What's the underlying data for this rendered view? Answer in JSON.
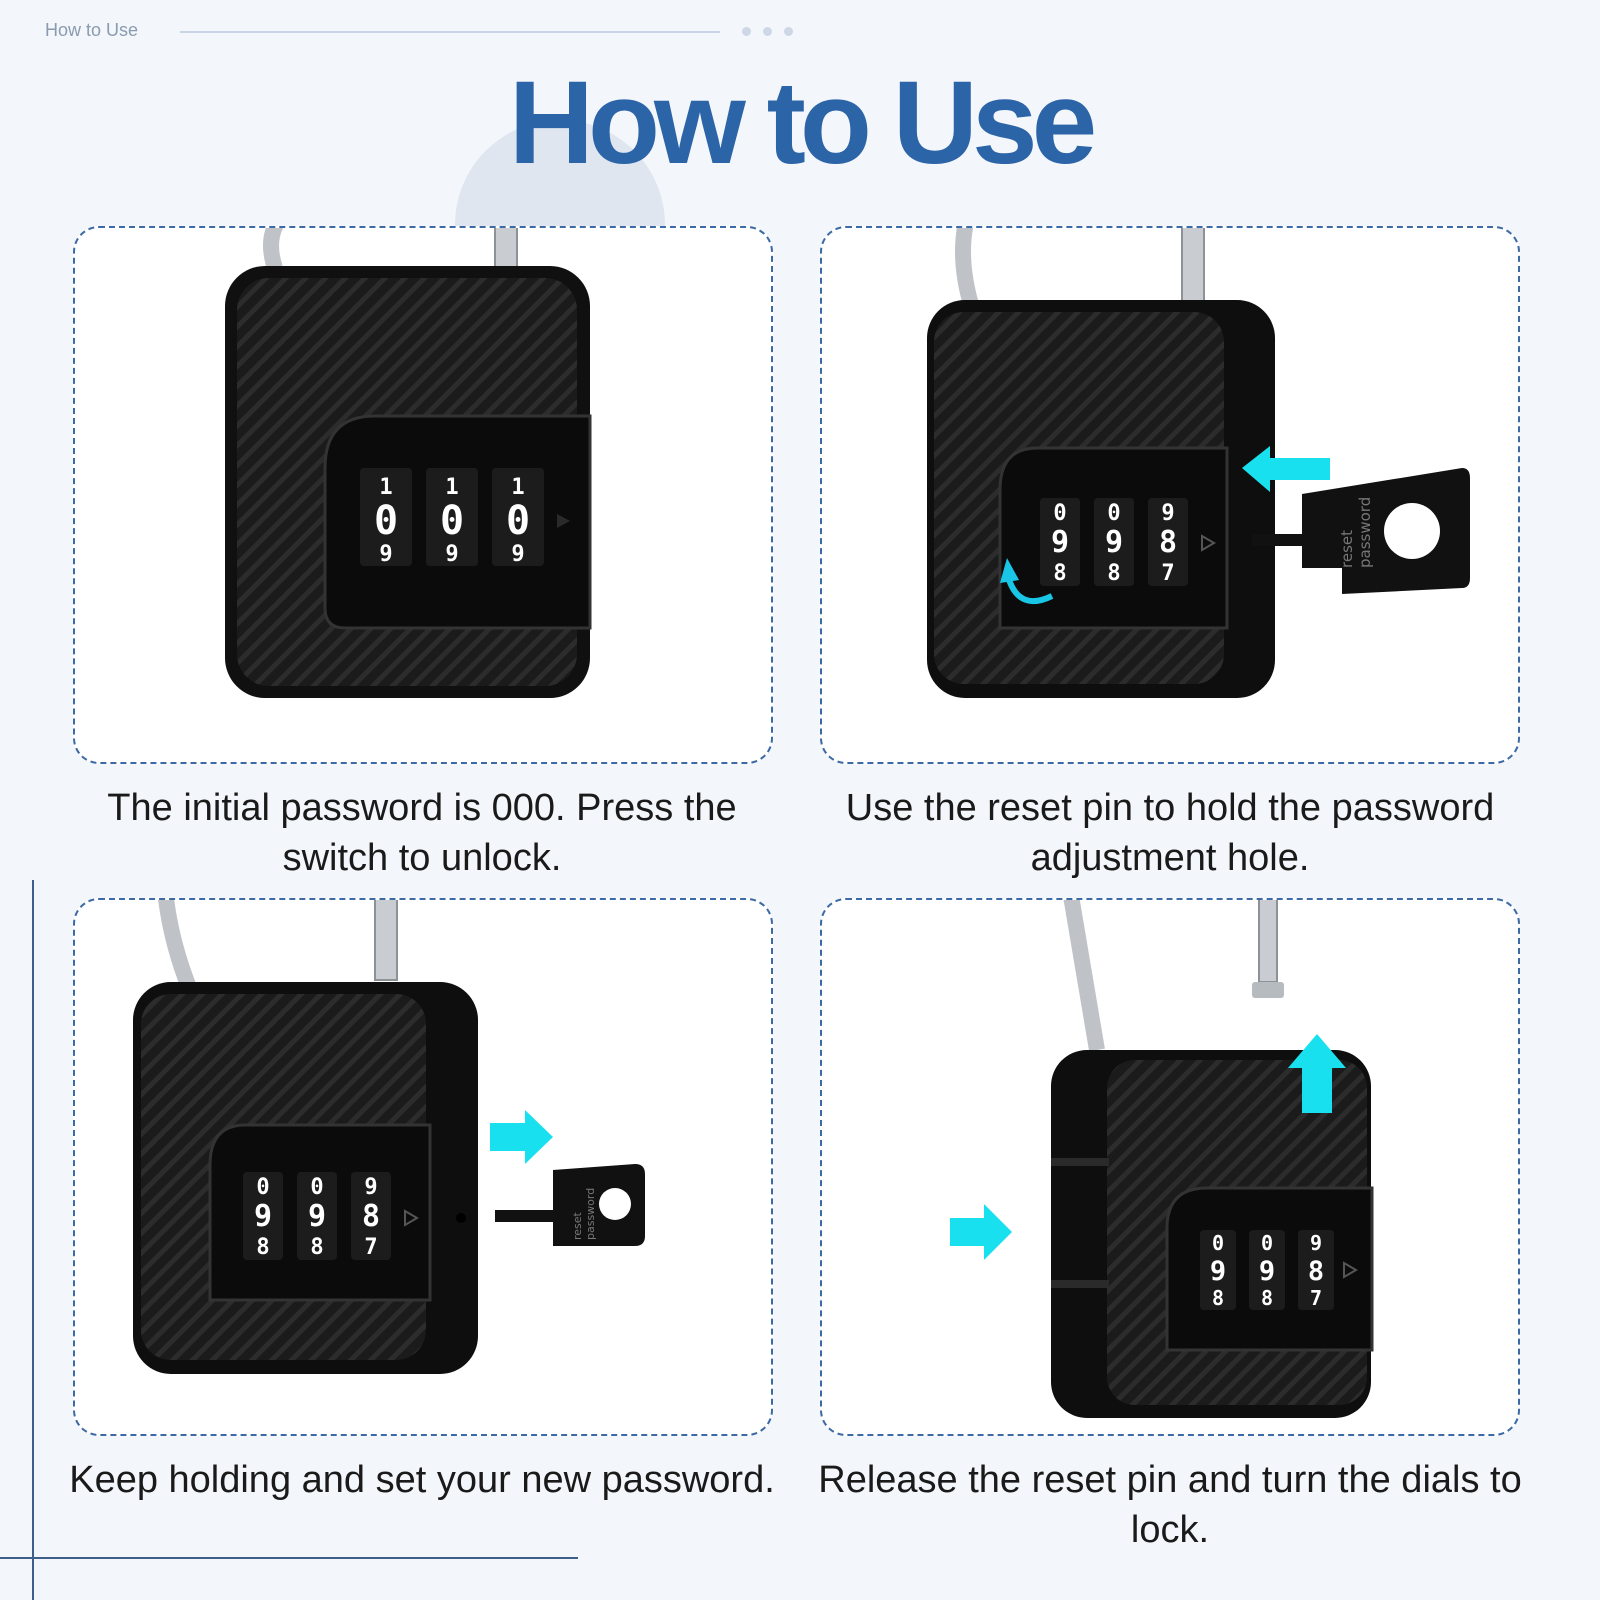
{
  "header": {
    "small_title": "How to Use",
    "main_title": "How to Use"
  },
  "steps": [
    {
      "caption": "The initial password is 000. Press the switch to unlock.",
      "dials": [
        "0",
        "0",
        "0"
      ],
      "dials_above": [
        "1",
        "1",
        "1"
      ],
      "dials_below": [
        "9",
        "9",
        "9"
      ]
    },
    {
      "caption": "Use the reset pin to hold the password adjustment hole.",
      "dials": [
        "9",
        "9",
        "8"
      ],
      "dials_above": [
        "0",
        "0",
        "9"
      ],
      "dials_below": [
        "8",
        "8",
        "7"
      ],
      "key_label_1": "reset",
      "key_label_2": "password"
    },
    {
      "caption": "Keep holding and set your new password.",
      "dials": [
        "9",
        "9",
        "8"
      ],
      "dials_above": [
        "0",
        "0",
        "9"
      ],
      "dials_below": [
        "8",
        "8",
        "7"
      ],
      "key_label_1": "reset",
      "key_label_2": "password"
    },
    {
      "caption": "Release the reset pin and turn the dials to lock.",
      "dials": [
        "9",
        "9",
        "8"
      ],
      "dials_above": [
        "0",
        "0",
        "9"
      ],
      "dials_below": [
        "8",
        "8",
        "7"
      ]
    }
  ],
  "colors": {
    "accent": "#2c64a8",
    "arrow": "#19e0ee",
    "lock": "#141414"
  }
}
